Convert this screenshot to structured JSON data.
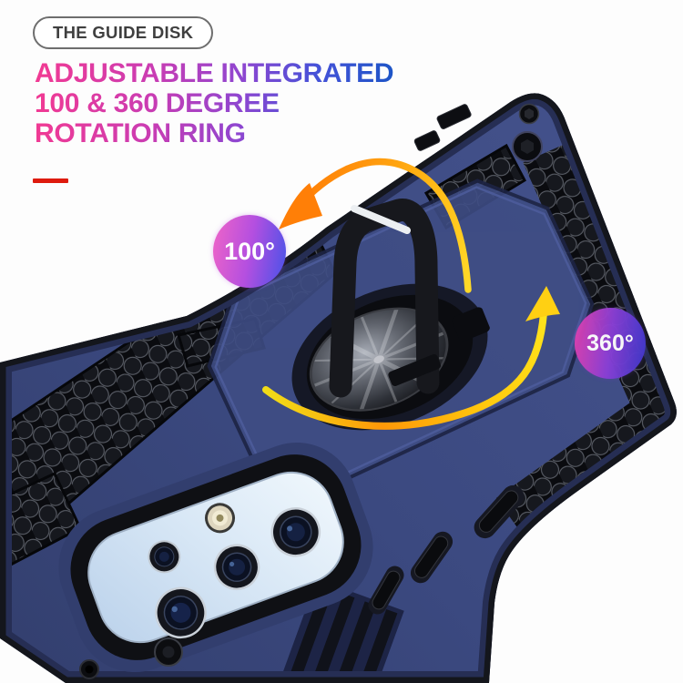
{
  "badge": {
    "label": "THE GUIDE DISK"
  },
  "title": {
    "line1": "ADJUSTABLE INTEGRATED",
    "line2": "100 & 360 DEGREE",
    "line3": "ROTATION RING"
  },
  "callouts": {
    "left_angle": "100°",
    "right_angle": "360°"
  },
  "colors": {
    "background": "#fdfdfd",
    "title_gradient_start": "#f23a92",
    "title_gradient_mid": "#8f46d0",
    "title_gradient_end": "#1b55c6",
    "red_accent": "#de1b0e",
    "badge_border": "#6e6e6e",
    "badge_text": "#3f3f3f",
    "case_navy": "#3b4980",
    "case_edge_black": "#14161c",
    "arrow_yellow": "#ffe21c",
    "arrow_orange": "#ff8c0a",
    "callout_pink": "#ee64c8",
    "callout_blue": "#4b52e8",
    "phone_back": "#dcebf8"
  }
}
